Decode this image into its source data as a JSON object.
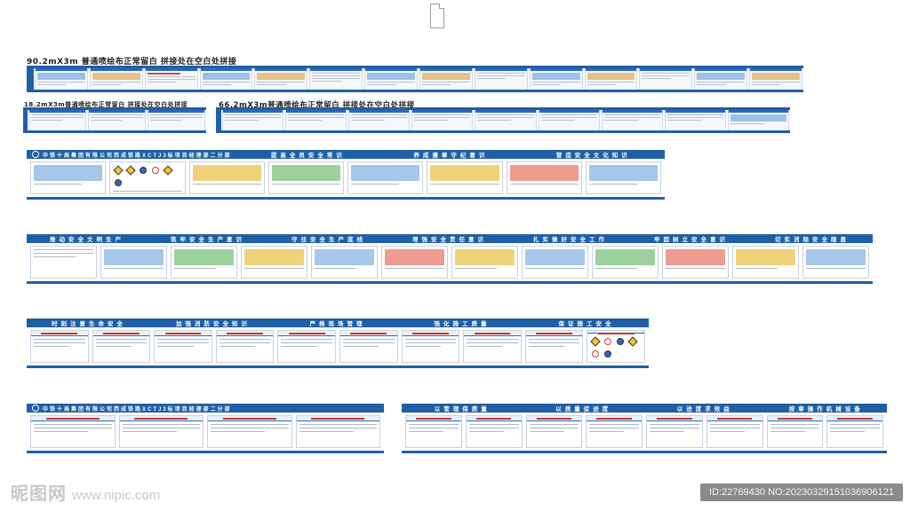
{
  "captions": {
    "c1": "90.2mX3m  普通喷绘布正常留白 拼接处在空白处拼接",
    "c2": "18.2mX3m普通喷绘布正常留白 拼接处在空白处拼接",
    "c3": "66.2mX3m普通喷绘布正常留白 拼接处在空白处拼接"
  },
  "board1": {
    "company": "中铁十局集团有限公司西成铁路XCTJ3标项目经理部二分部",
    "headings": [
      "提高全员安全常识",
      "养成遵章守纪意识",
      "营造安全文化知识"
    ]
  },
  "board2": {
    "headings": [
      "推动安全文明生产",
      "筑牢安全生产意识",
      "守住安全生产底线",
      "增强安全责任意识",
      "扎实做好安全工作",
      "牢固树立安全意识",
      "切实消除安全隐患"
    ]
  },
  "board3": {
    "headings": [
      "时刻注意生命安全",
      "加强消防安全知识",
      "严格现场管理",
      "强化施工质量",
      "保证施工安全"
    ]
  },
  "board4": {
    "company": "中铁十局集团有限公司西成铁路XCTJ3标项目经理部二分部"
  },
  "board5": {
    "headings": [
      "以管理保质量",
      "以质量促进度",
      "以进度求效益",
      "按章操作机械设备"
    ]
  },
  "watermark": {
    "logo": "昵图网",
    "url": "www.nipic.com",
    "id": "ID:22769430 NO:20230329151036906121"
  }
}
